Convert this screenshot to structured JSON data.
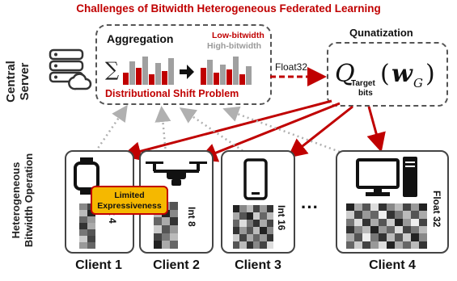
{
  "title": "Challenges of Bitwidth Heterogeneous Federated Learning",
  "left_labels": {
    "server_line1": "Central",
    "server_line2": "Server",
    "hetero_line1": "Heterogeneous",
    "hetero_line2": "Bitwidth Operation"
  },
  "aggregation": {
    "title": "Aggregation",
    "low_bitwidth": "Low-bitwidth",
    "high_bitwidth": "High-bitwidth",
    "problem": "Distributional Shift Problem",
    "sum_symbol": "∑"
  },
  "float_arrow_label": "Float32",
  "quantization": {
    "title": "Qunatization",
    "Q": "Q",
    "subscript_top": "Target",
    "subscript_bottom": "bits",
    "w": "w",
    "w_sub": "G"
  },
  "limited_badge": {
    "line1": "Limited",
    "line2": "Expressiveness"
  },
  "ellipsis": "···",
  "clients": [
    {
      "name": "Client 1",
      "bits": "Int 4",
      "device": "smartwatch-icon"
    },
    {
      "name": "Client 2",
      "bits": "Int 8",
      "device": "drone-icon"
    },
    {
      "name": "Client 3",
      "bits": "Int 16",
      "device": "smartphone-icon"
    },
    {
      "name": "Client 4",
      "bits": "Float 32",
      "device": "desktop-computer-icon"
    }
  ],
  "colors": {
    "accent_red": "#c00000",
    "badge_fill": "#f5b800",
    "badge_border": "#c00000",
    "dashed_gray": "#aaaaaa"
  }
}
